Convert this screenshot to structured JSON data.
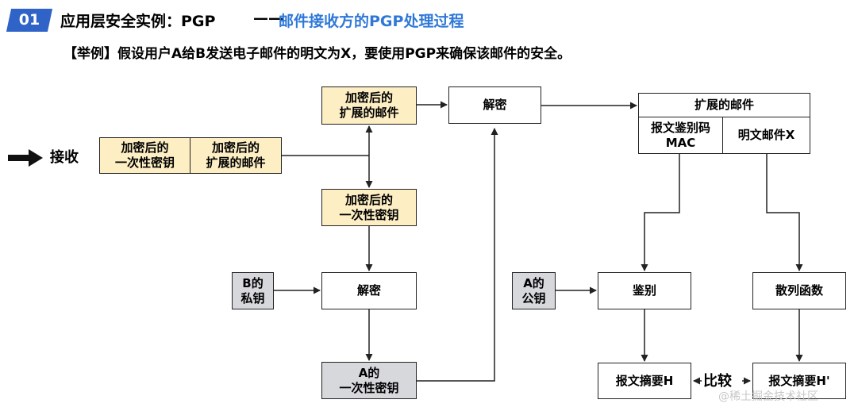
{
  "header": {
    "badge": "01",
    "title": "应用层安全实例：PGP",
    "separator": "——",
    "subtitle": "邮件接收方的PGP处理过程"
  },
  "example": "【举例】假设用户A给B发送电子邮件的明文为X，要使用PGP来确保该邮件的安全。",
  "diagram": {
    "receive_label": "接收",
    "received_key": "加密后的\n一次性密钥",
    "received_mail": "加密后的\n扩展的邮件",
    "enc_mail": "加密后的\n扩展的邮件",
    "enc_key": "加密后的\n一次性密钥",
    "b_private_key": "B的\n私钥",
    "decrypt_1": "解密",
    "a_one_time_key": "A的\n一次性密钥",
    "decrypt_2": "解密",
    "ext_mail_header": "扩展的邮件",
    "mac_cell": "报文鉴别码\nMAC",
    "plaintext_cell": "明文邮件X",
    "a_public_key": "A的\n公钥",
    "authenticate": "鉴别",
    "hash_function": "散列函数",
    "digest_h": "报文摘要H",
    "compare": "比较",
    "digest_h_prime": "报文摘要H'"
  },
  "watermark": "@稀土掘金技术社区",
  "colors": {
    "badge": "#2f63c7",
    "subtitle": "#2f78d8",
    "encrypted_fill": "#fdeec4",
    "key_fill": "#d7d8dc"
  }
}
